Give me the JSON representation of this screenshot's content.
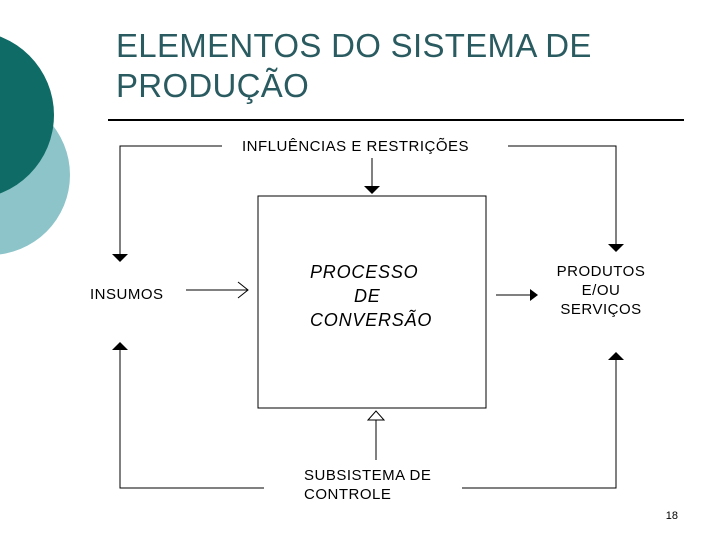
{
  "slide": {
    "title_line1": "ELEMENTOS DO SISTEMA DE",
    "title_line2": "PRODUÇÃO",
    "page_number": "18"
  },
  "diagram": {
    "influences": "INFLUÊNCIAS E RESTRIÇÕES",
    "inputs": "INSUMOS",
    "process": [
      "PROCESSO",
      "DE",
      "CONVERSÃO"
    ],
    "outputs": [
      "PRODUTOS",
      "E/OU",
      "SERVIÇOS"
    ],
    "control": [
      "SUBSISTEMA DE",
      "CONTROLE"
    ]
  },
  "colors": {
    "title": "#2a5b60",
    "deco_dark": "#0f6b66",
    "deco_light": "#8cc4c9"
  }
}
